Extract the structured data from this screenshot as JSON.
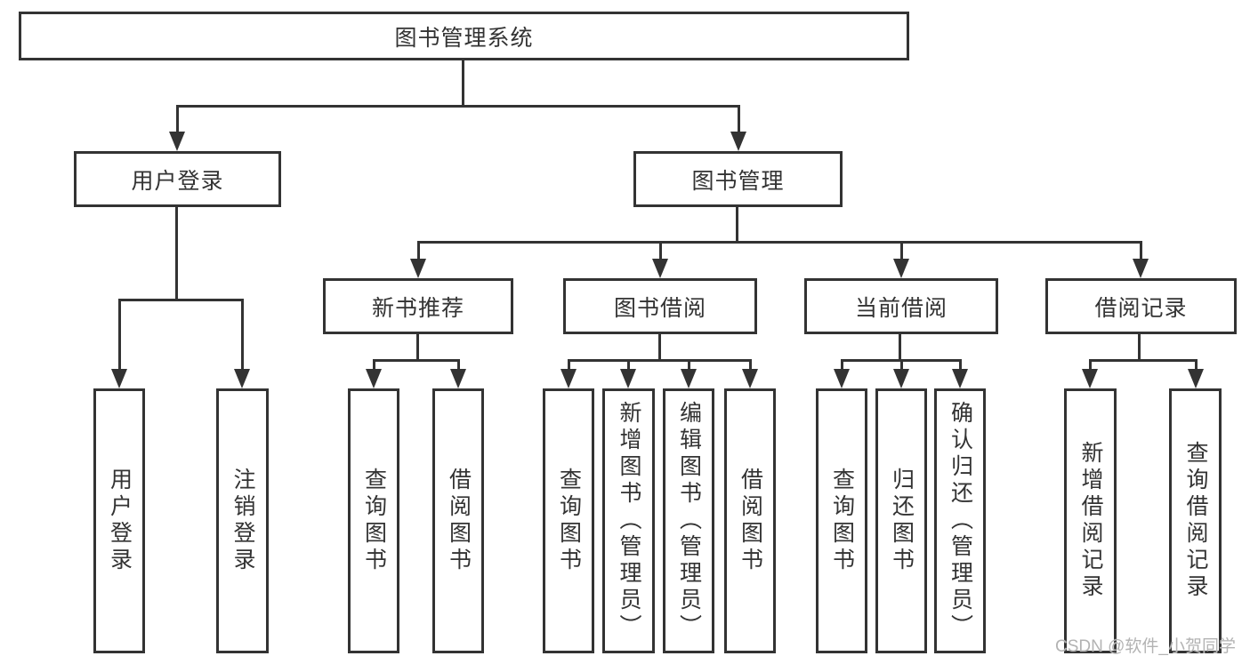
{
  "diagram": {
    "type": "hierarchy-tree",
    "root": "图书管理系统",
    "branches": [
      {
        "label": "用户登录",
        "children": [
          {
            "label": "用户登录"
          },
          {
            "label": "注销登录"
          }
        ]
      },
      {
        "label": "图书管理",
        "children": [
          {
            "label": "新书推荐",
            "children": [
              {
                "label": "查询图书"
              },
              {
                "label": "借阅图书"
              }
            ]
          },
          {
            "label": "图书借阅",
            "children": [
              {
                "label": "查询图书"
              },
              {
                "label": "新增图书（管理员）"
              },
              {
                "label": "编辑图书（管理员）"
              },
              {
                "label": "借阅图书"
              }
            ]
          },
          {
            "label": "当前借阅",
            "children": [
              {
                "label": "查询图书"
              },
              {
                "label": "归还图书"
              },
              {
                "label": "确认归还（管理员）"
              }
            ]
          },
          {
            "label": "借阅记录",
            "children": [
              {
                "label": "新增借阅记录"
              },
              {
                "label": "查询借阅记录"
              }
            ]
          }
        ]
      }
    ]
  },
  "watermark": {
    "text": "CSDN @软件_小贺同学"
  },
  "colors": {
    "line": "#333333",
    "text": "#333333",
    "watermark": "#b3b3b3",
    "background": "#ffffff"
  }
}
